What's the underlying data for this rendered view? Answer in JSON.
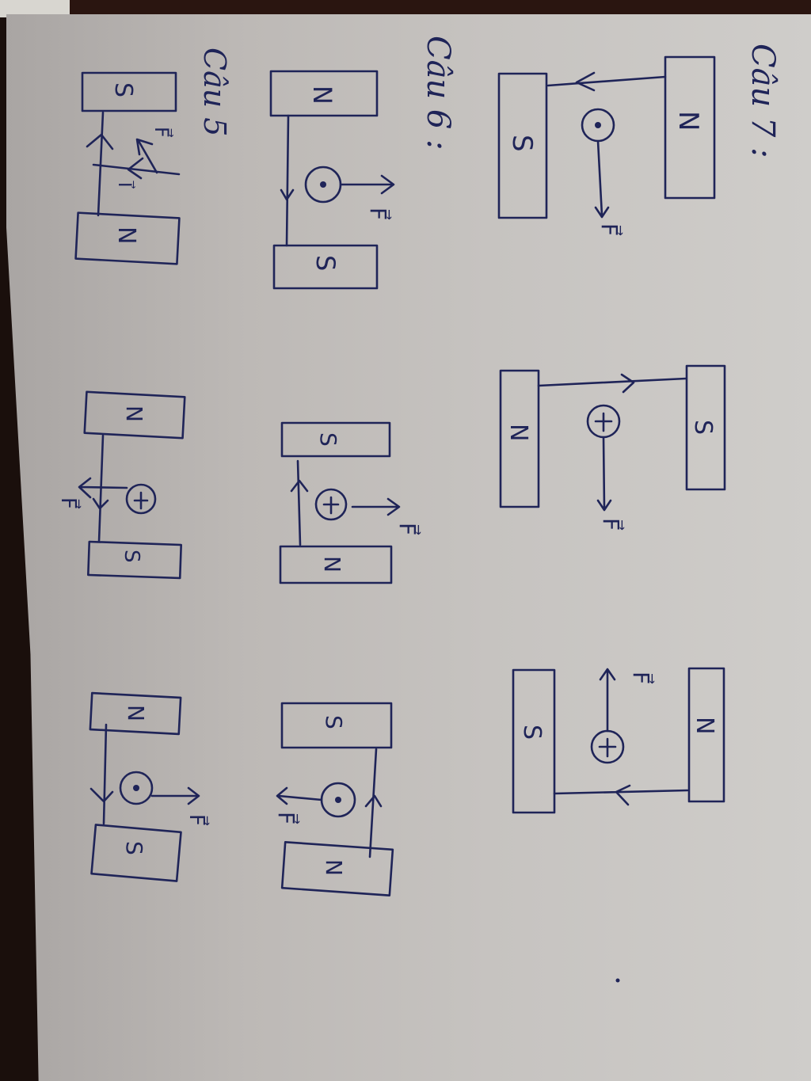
{
  "page": {
    "orientation": "rotated-90-clockwise",
    "ink_color": "#1f2458",
    "paper_color": "#c4c1be"
  },
  "headings": {
    "cau7": "Câu 7 :",
    "cau6": "Câu 6 :",
    "cau5": "Câu 5"
  },
  "force_label": "F⃗",
  "current_label": "I⃗",
  "rows": [
    {
      "name": "Câu 7",
      "diagrams": [
        {
          "magnet_a": "N",
          "magnet_b": "S",
          "conductor": "dot",
          "force_dir": "down",
          "field_dir": "left"
        },
        {
          "magnet_a": "S",
          "magnet_b": "N",
          "conductor": "cross",
          "force_dir": "down",
          "field_dir": "right"
        },
        {
          "magnet_a": "N",
          "magnet_b": "S",
          "conductor": "cross",
          "force_dir": "up",
          "field_dir": "left"
        }
      ]
    },
    {
      "name": "Câu 6",
      "diagrams": [
        {
          "magnet_a": "N",
          "magnet_b": "S",
          "conductor": "dot",
          "force_dir": "right",
          "field_dir": "down"
        },
        {
          "magnet_a": "S",
          "magnet_b": "N",
          "conductor": "cross",
          "force_dir": "right",
          "field_dir": "up"
        },
        {
          "magnet_a": "S",
          "magnet_b": "N",
          "conductor": "dot",
          "force_dir": "left",
          "field_dir": "up"
        }
      ]
    },
    {
      "name": "Câu 5",
      "diagrams": [
        {
          "magnet_a": "S",
          "magnet_b": "N",
          "conductor": "wire-I",
          "force_dir": "up-left",
          "field_dir": "up"
        },
        {
          "magnet_a": "N",
          "magnet_b": "S",
          "conductor": "cross",
          "force_dir": "left",
          "field_dir": "down"
        },
        {
          "magnet_a": "N",
          "magnet_b": "S",
          "conductor": "dot",
          "force_dir": "right",
          "field_dir": "down"
        }
      ]
    }
  ]
}
